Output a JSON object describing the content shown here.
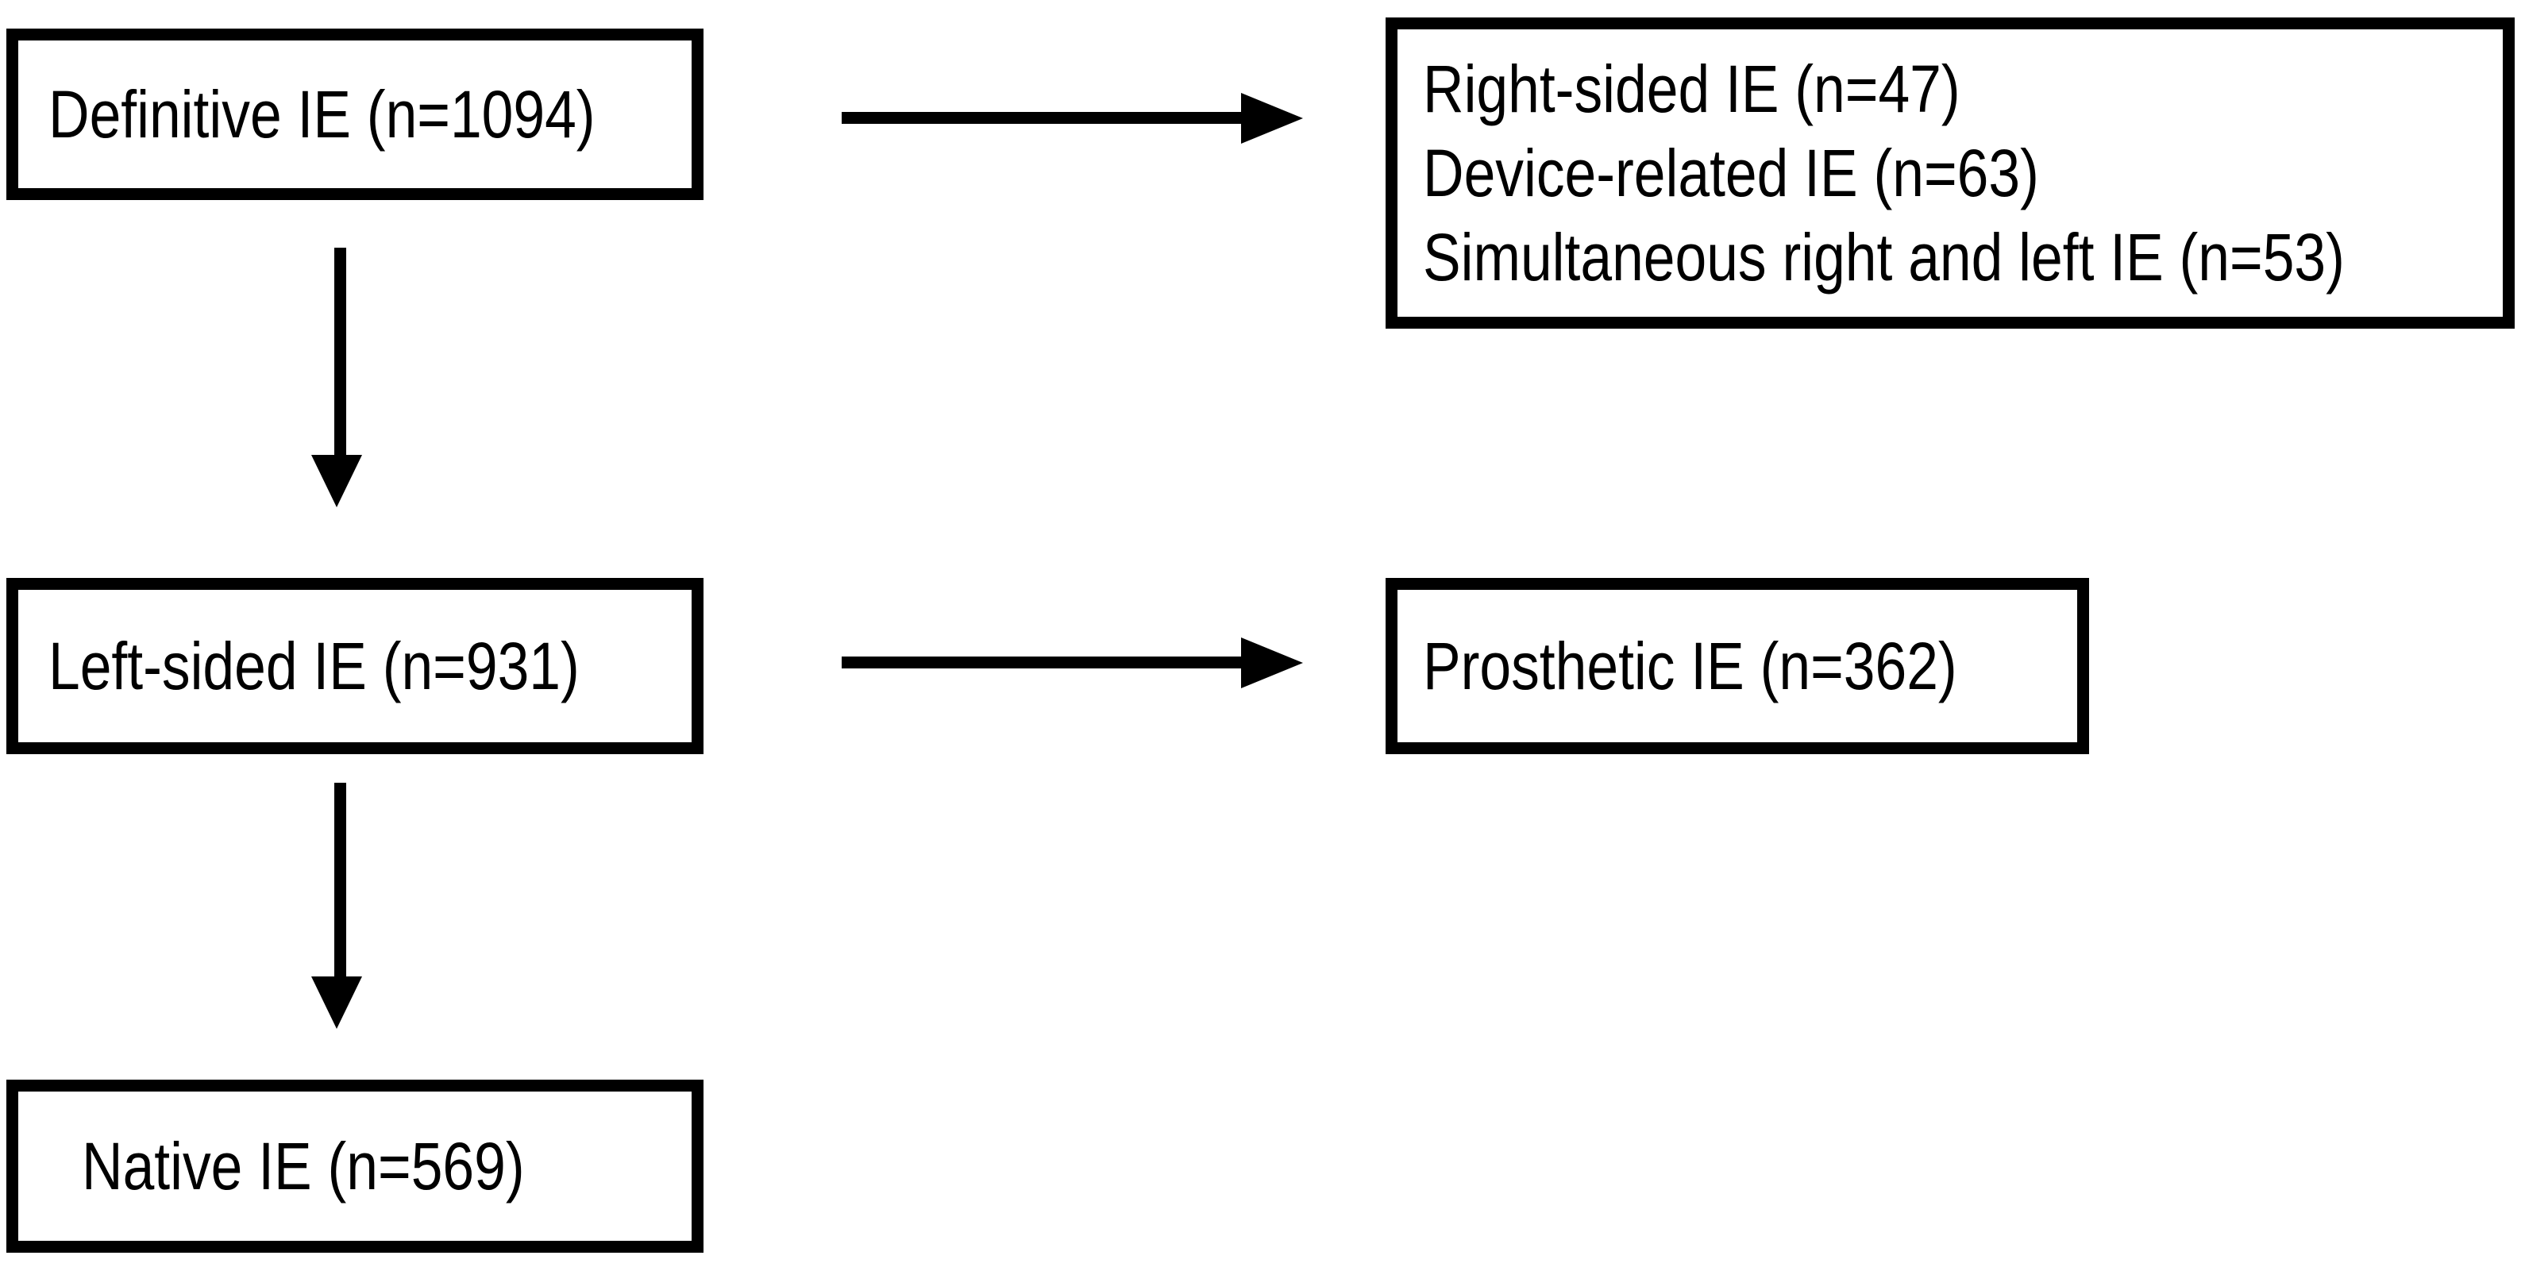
{
  "diagram": {
    "type": "flowchart",
    "background_color": "#ffffff",
    "line_color": "#000000",
    "text_color": "#000000",
    "boxes": {
      "definitive": {
        "label": "Definitive IE (n=1094)"
      },
      "exclusions": {
        "lines": [
          "Right-sided IE (n=47)",
          "Device-related IE (n=63)",
          "Simultaneous right and left IE (n=53)"
        ]
      },
      "left_sided": {
        "label": "Left-sided IE (n=931)"
      },
      "prosthetic": {
        "label": "Prosthetic IE (n=362)"
      },
      "native": {
        "label": "Native IE (n=569)"
      }
    },
    "arrows": [
      {
        "from": "definitive",
        "to": "exclusions",
        "direction": "right"
      },
      {
        "from": "definitive",
        "to": "left_sided",
        "direction": "down"
      },
      {
        "from": "left_sided",
        "to": "prosthetic",
        "direction": "right"
      },
      {
        "from": "left_sided",
        "to": "native",
        "direction": "down"
      }
    ]
  }
}
